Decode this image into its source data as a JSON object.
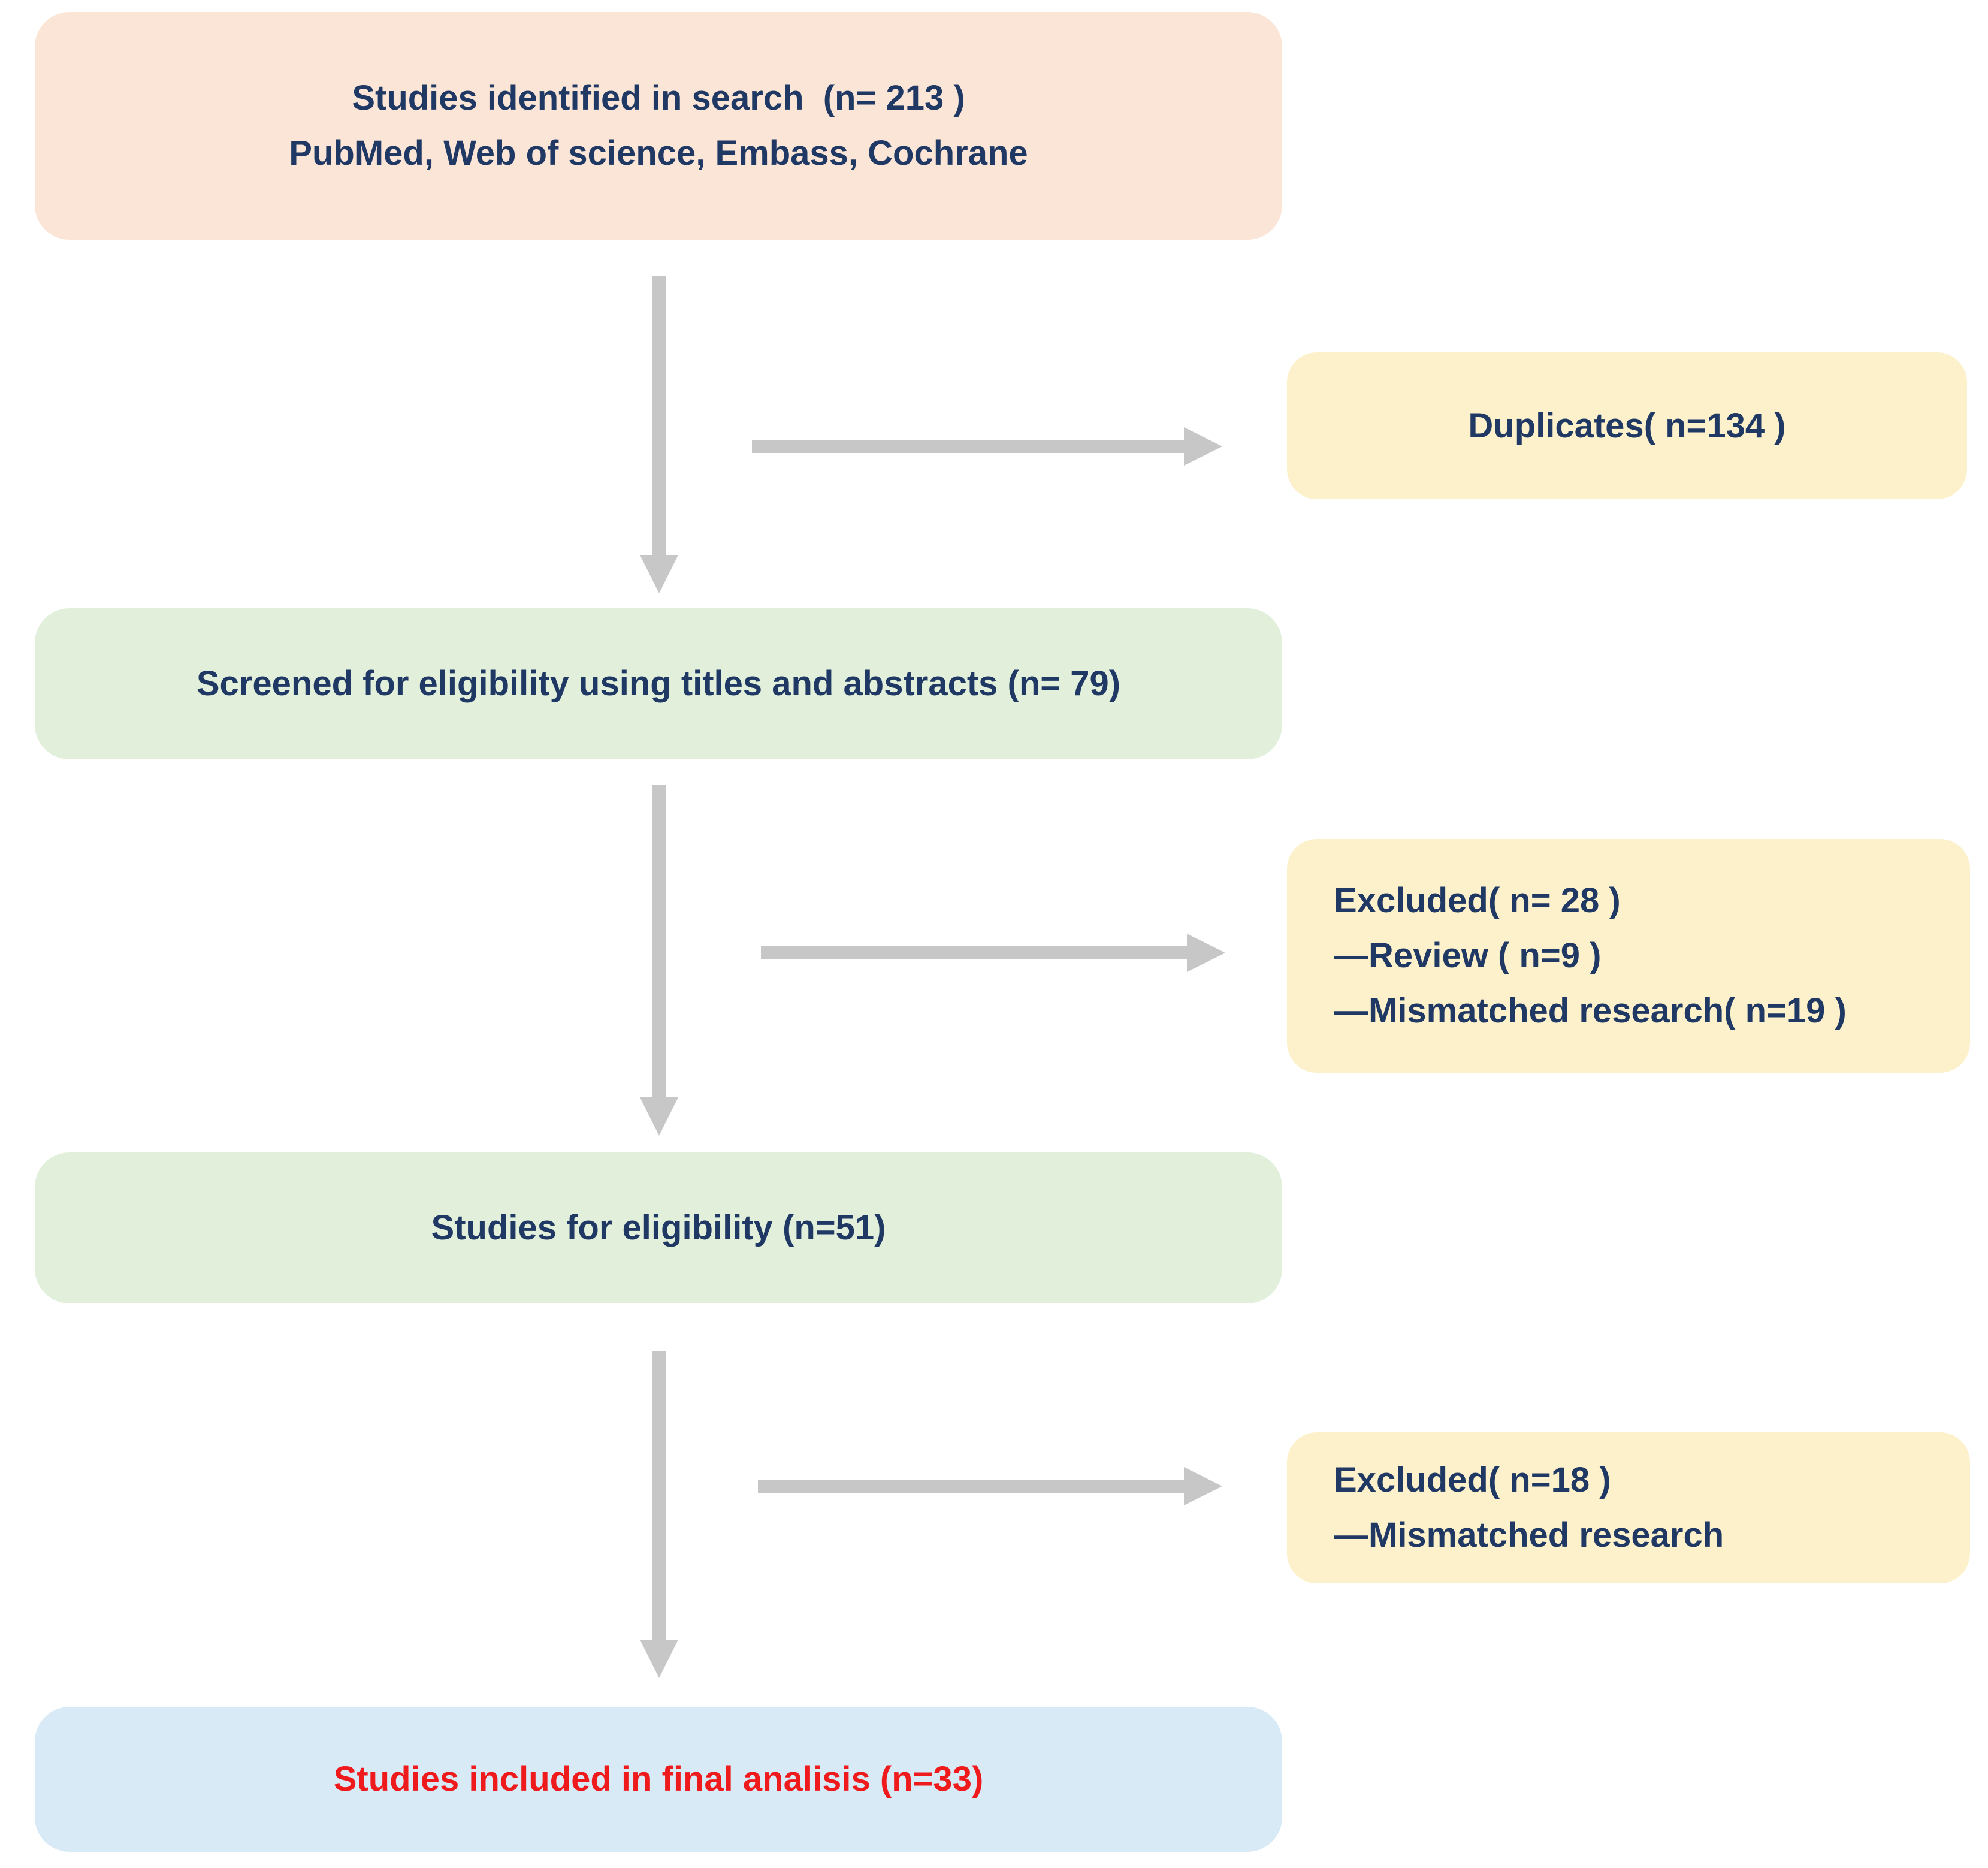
{
  "flow": {
    "identified": {
      "lines": [
        "Studies identified in search  (n= 213 )",
        "PubMed, Web of science, Embass, Cochrane"
      ]
    },
    "duplicates": {
      "lines": [
        "Duplicates( n=134 )"
      ]
    },
    "screened": {
      "lines": [
        "Screened for eligibility using titles and abstracts (n= 79)"
      ]
    },
    "excluded_screening": {
      "lines": [
        "Excluded( n= 28 )",
        "—Review ( n=9 )",
        "—Mismatched research( n=19 )"
      ]
    },
    "eligibility": {
      "lines": [
        "Studies for eligibility (n=51)"
      ]
    },
    "excluded_eligibility": {
      "lines": [
        "Excluded( n=18 )",
        "—Mismatched research"
      ]
    },
    "included": {
      "lines": [
        "Studies included in final analisis (n=33)"
      ]
    }
  },
  "edges": [
    {
      "from": "identified",
      "to": "screened"
    },
    {
      "from": "identified",
      "to": "duplicates"
    },
    {
      "from": "screened",
      "to": "eligibility"
    },
    {
      "from": "screened",
      "to": "excluded_screening"
    },
    {
      "from": "eligibility",
      "to": "included"
    },
    {
      "from": "eligibility",
      "to": "excluded_eligibility"
    }
  ],
  "colors": {
    "identified_box": "#FBE5D6",
    "duplicates_box": "#FCF1CB",
    "screened_box": "#E2F0DB",
    "excluded_box": "#FCF1CB",
    "eligibility_box": "#E2F0DB",
    "included_box": "#D9EAF7",
    "navy_text": "#1F3864",
    "red_text": "#EF1A1C",
    "arrow_gray": "#C7C7C7"
  }
}
